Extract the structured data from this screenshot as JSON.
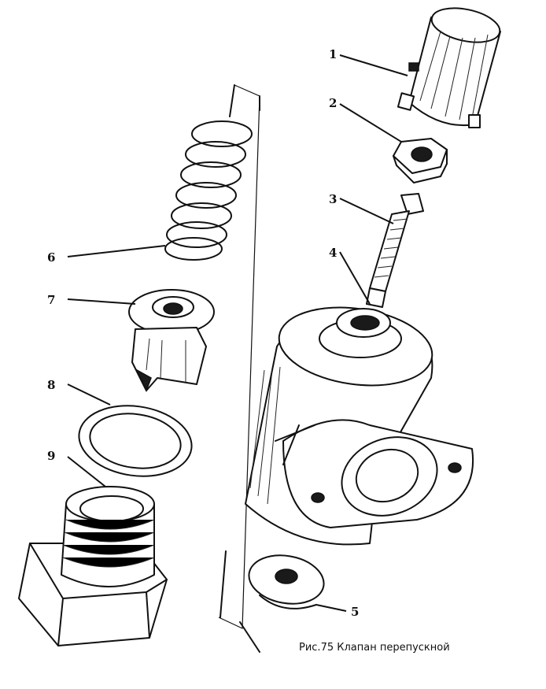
{
  "caption": "Рис.75 Клапан перепускной",
  "callouts": [
    "1",
    "2",
    "3",
    "4",
    "5",
    "6",
    "7",
    "8",
    "9"
  ]
}
